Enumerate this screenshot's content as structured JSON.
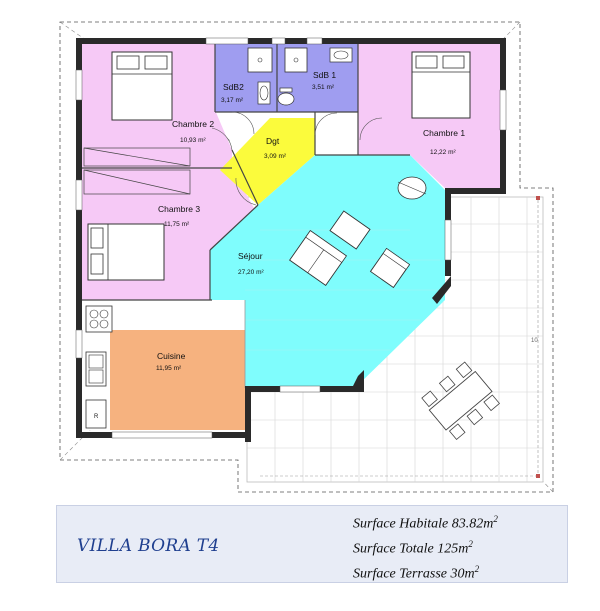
{
  "rooms": {
    "chambre2": {
      "name": "Chambre 2",
      "area": "10,93 m²"
    },
    "sdb2": {
      "name": "SdB2",
      "area": "3,17 m²"
    },
    "sdb1": {
      "name": "SdB 1",
      "area": "3,51 m²"
    },
    "chambre1": {
      "name": "Chambre 1",
      "area": "12,22 m²"
    },
    "dgt": {
      "name": "Dgt",
      "area": "3,09 m²"
    },
    "chambre3": {
      "name": "Chambre 3",
      "area": "11,75 m²"
    },
    "sejour": {
      "name": "Séjour",
      "area": "27,20 m²"
    },
    "cuisine": {
      "name": "Cuisine",
      "area": "11,95 m²"
    }
  },
  "appliance_letter": "R",
  "terrace_dimension": "10",
  "colors": {
    "bedroom": "#f6c9f6",
    "bathroom": "#9f9df0",
    "hallway": "#fbfb3c",
    "living": "#7ffdfd",
    "kitchen": "#f6b27f",
    "wall": "#2a2a2a",
    "title": "#1f3f8f"
  },
  "info": {
    "title": "VILLA BORA T4",
    "surface_habitable": {
      "label": "Surface Habitale 83.82m",
      "sup": "2"
    },
    "surface_totale": {
      "label": "Surface Totale 125m",
      "sup": "2"
    },
    "surface_terrasse": {
      "label": "Surface Terrasse 30m",
      "sup": "2"
    }
  }
}
